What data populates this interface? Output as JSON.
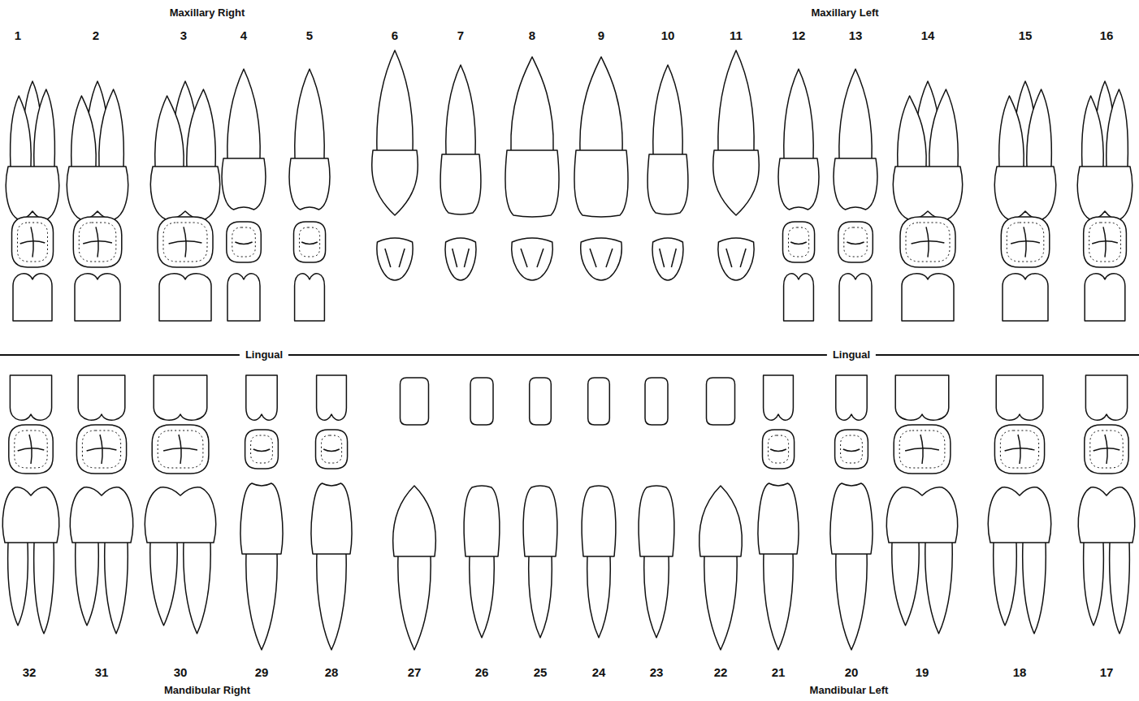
{
  "diagram": {
    "labels": [
      "Maxillary Right",
      "Maxillary Left",
      "1",
      "2",
      "3",
      "4",
      "5",
      "6",
      "7",
      "8",
      "9",
      "10",
      "11",
      "12",
      "13",
      "14",
      "15",
      "16",
      "Lingual",
      "Lingual",
      "32",
      "31",
      "30",
      "29",
      "28",
      "27",
      "26",
      "25",
      "24",
      "23",
      "22",
      "21",
      "20",
      "19",
      "18",
      "17",
      "Mandibular Right",
      "Mandibular Left"
    ]
  }
}
